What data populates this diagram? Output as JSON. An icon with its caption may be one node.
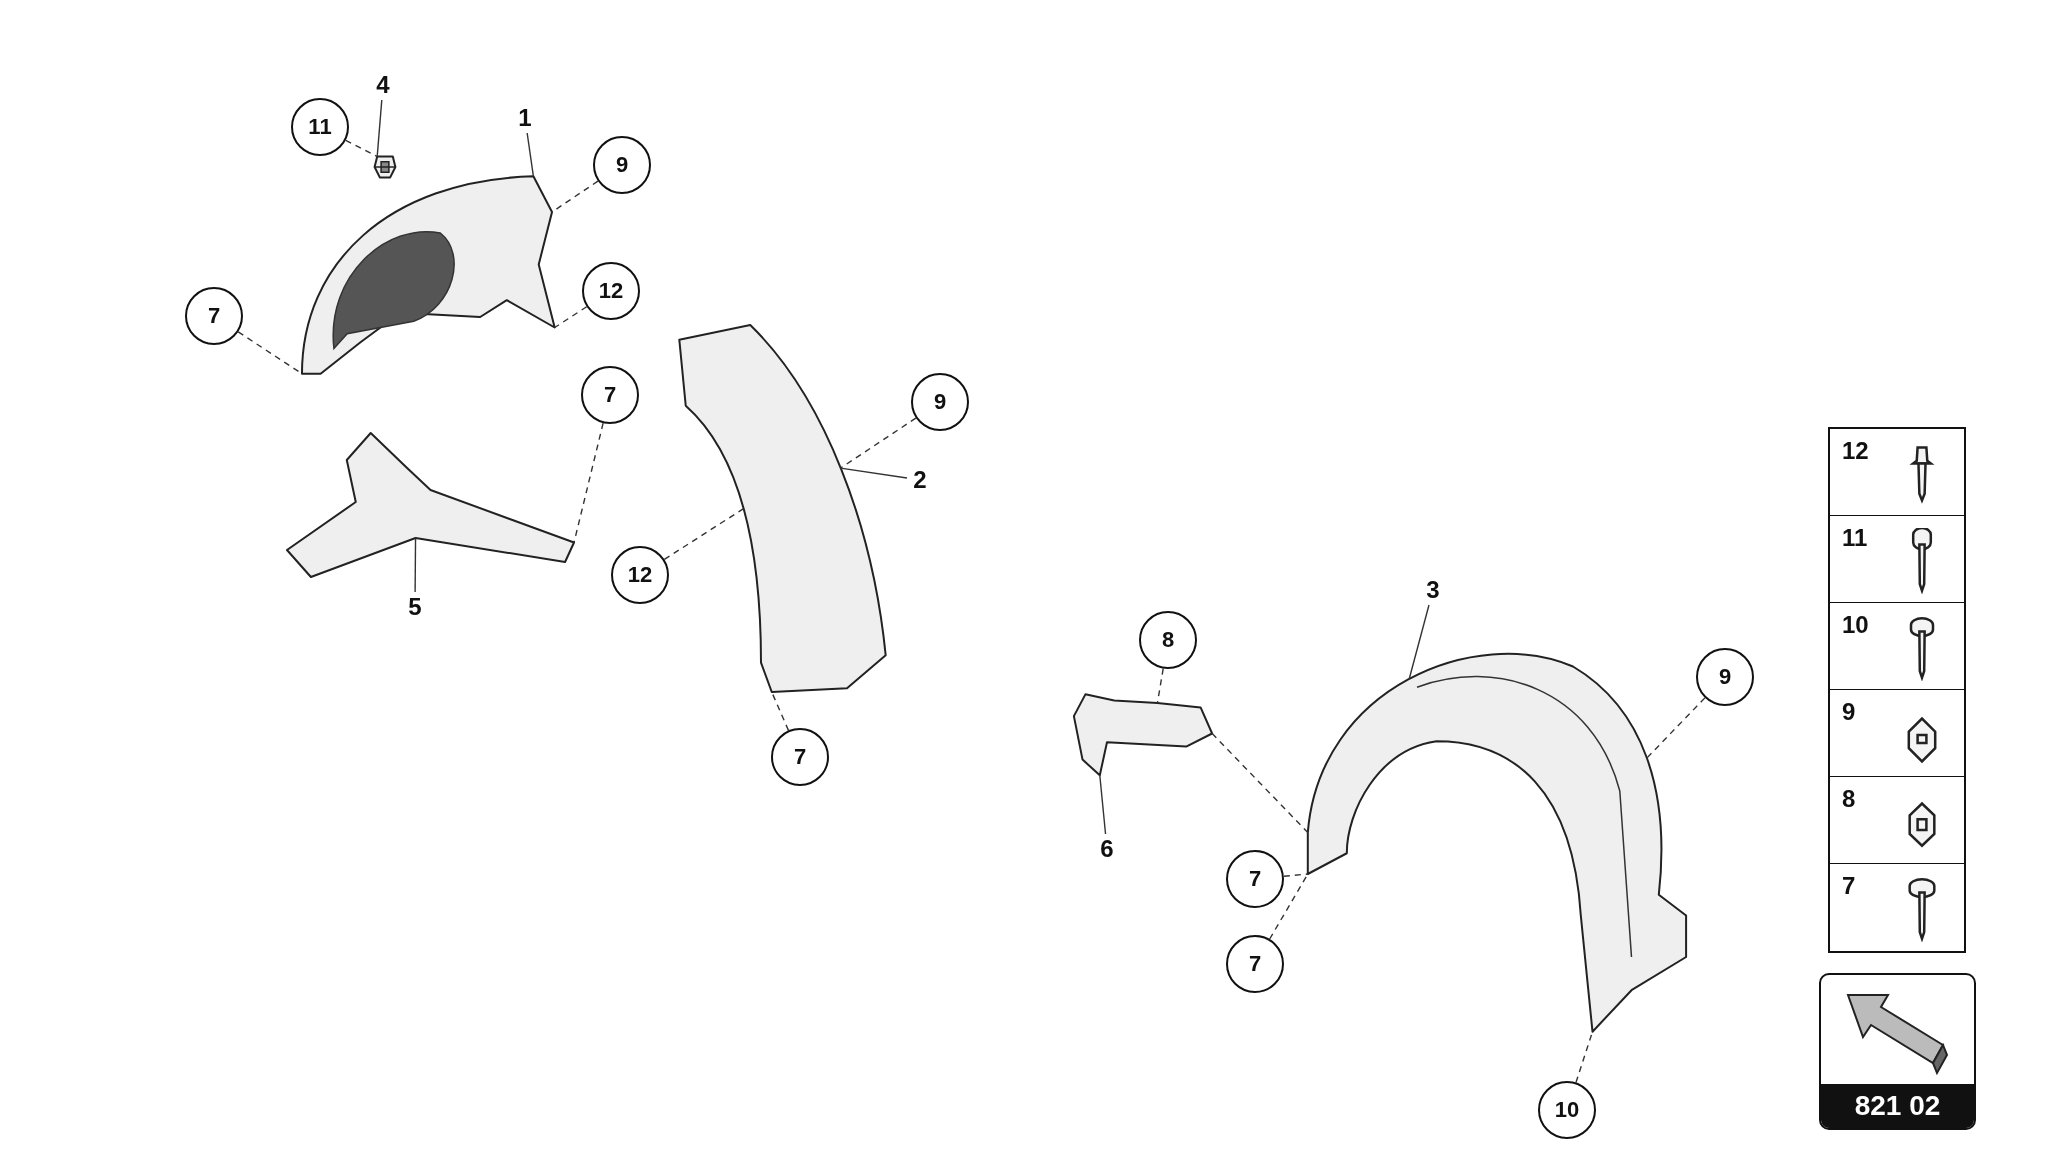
{
  "diagram": {
    "nodes": [
      {
        "text": [
          "11"
        ]
      },
      {
        "text": [
          "4"
        ]
      },
      {
        "text": [],
        "shape": "picture"
      },
      {
        "text": [
          "1"
        ]
      },
      {
        "text": [],
        "shape": "picture"
      },
      {
        "text": [
          "9"
        ]
      },
      {
        "text": [
          "12"
        ]
      },
      {
        "text": [
          "7"
        ]
      },
      {
        "text": [
          "7"
        ]
      },
      {
        "text": [],
        "shape": "picture"
      },
      {
        "text": [
          "5"
        ]
      },
      {
        "text": [],
        "shape": "picture"
      },
      {
        "text": [
          "9"
        ]
      },
      {
        "text": [
          "2"
        ]
      },
      {
        "text": [
          "12"
        ]
      },
      {
        "text": [
          "7"
        ]
      },
      {
        "text": [
          "8"
        ]
      },
      {
        "text": [],
        "shape": "picture"
      },
      {
        "text": [
          "6"
        ]
      },
      {
        "text": [
          "3"
        ]
      },
      {
        "text": [],
        "shape": "picture"
      },
      {
        "text": [
          "9"
        ]
      },
      {
        "text": [
          "7"
        ]
      },
      {
        "text": [
          "7"
        ]
      },
      {
        "text": [
          "10"
        ]
      }
    ],
    "edges": [
      {
        "from": 0,
        "to": 2,
        "arrow": "none",
        "style": "dashed"
      },
      {
        "from": 1,
        "to": 2,
        "arrow": "none"
      },
      {
        "from": 3,
        "to": 4,
        "arrow": "none"
      },
      {
        "from": 5,
        "to": 4,
        "arrow": "none",
        "style": "dashed"
      },
      {
        "from": 6,
        "to": 4,
        "arrow": "none",
        "style": "dashed"
      },
      {
        "from": 7,
        "to": 4,
        "arrow": "none",
        "style": "dashed"
      },
      {
        "from": 8,
        "to": 9,
        "arrow": "none",
        "style": "dashed"
      },
      {
        "from": 10,
        "to": 9,
        "arrow": "none"
      },
      {
        "from": 12,
        "to": 11,
        "arrow": "none",
        "style": "dashed"
      },
      {
        "from": 13,
        "to": 11,
        "arrow": "none"
      },
      {
        "from": 14,
        "to": 11,
        "arrow": "none",
        "style": "dashed"
      },
      {
        "from": 15,
        "to": 11,
        "arrow": "none",
        "style": "dashed"
      },
      {
        "from": 16,
        "to": 17,
        "arrow": "none",
        "style": "dashed"
      },
      {
        "from": 18,
        "to": 17,
        "arrow": "none"
      },
      {
        "from": 17,
        "to": 20,
        "arrow": "none",
        "style": "dashed"
      },
      {
        "from": 19,
        "to": 20,
        "arrow": "none"
      },
      {
        "from": 21,
        "to": 20,
        "arrow": "none",
        "style": "dashed"
      },
      {
        "from": 22,
        "to": 20,
        "arrow": "none",
        "style": "dashed"
      },
      {
        "from": 23,
        "to": 20,
        "arrow": "none",
        "style": "dashed"
      },
      {
        "from": 24,
        "to": 20,
        "arrow": "none",
        "style": "dashed"
      }
    ],
    "labels": [
      "12",
      "11",
      "10",
      "9",
      "8",
      "7",
      "821 02"
    ]
  }
}
